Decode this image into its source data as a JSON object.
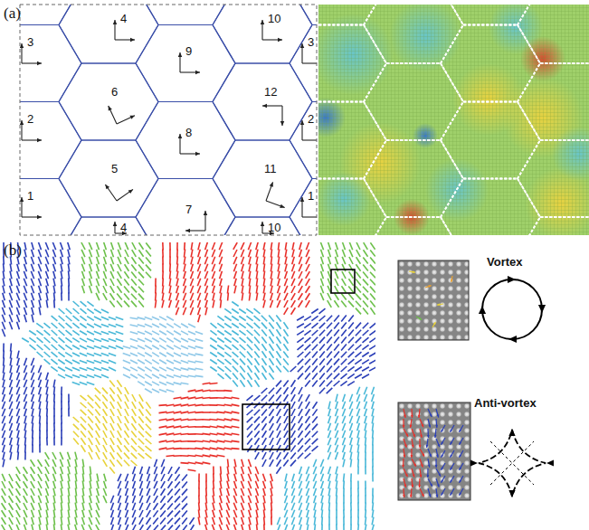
{
  "diagram": {
    "labels": [
      "(a)",
      "4",
      "10",
      "3",
      "9",
      "6",
      "12",
      "3",
      "2",
      "8",
      "2",
      "5",
      "11",
      "1",
      "7",
      "1",
      "4",
      "10",
      "(b)",
      "Vortex",
      "Anti-vortex"
    ]
  }
}
